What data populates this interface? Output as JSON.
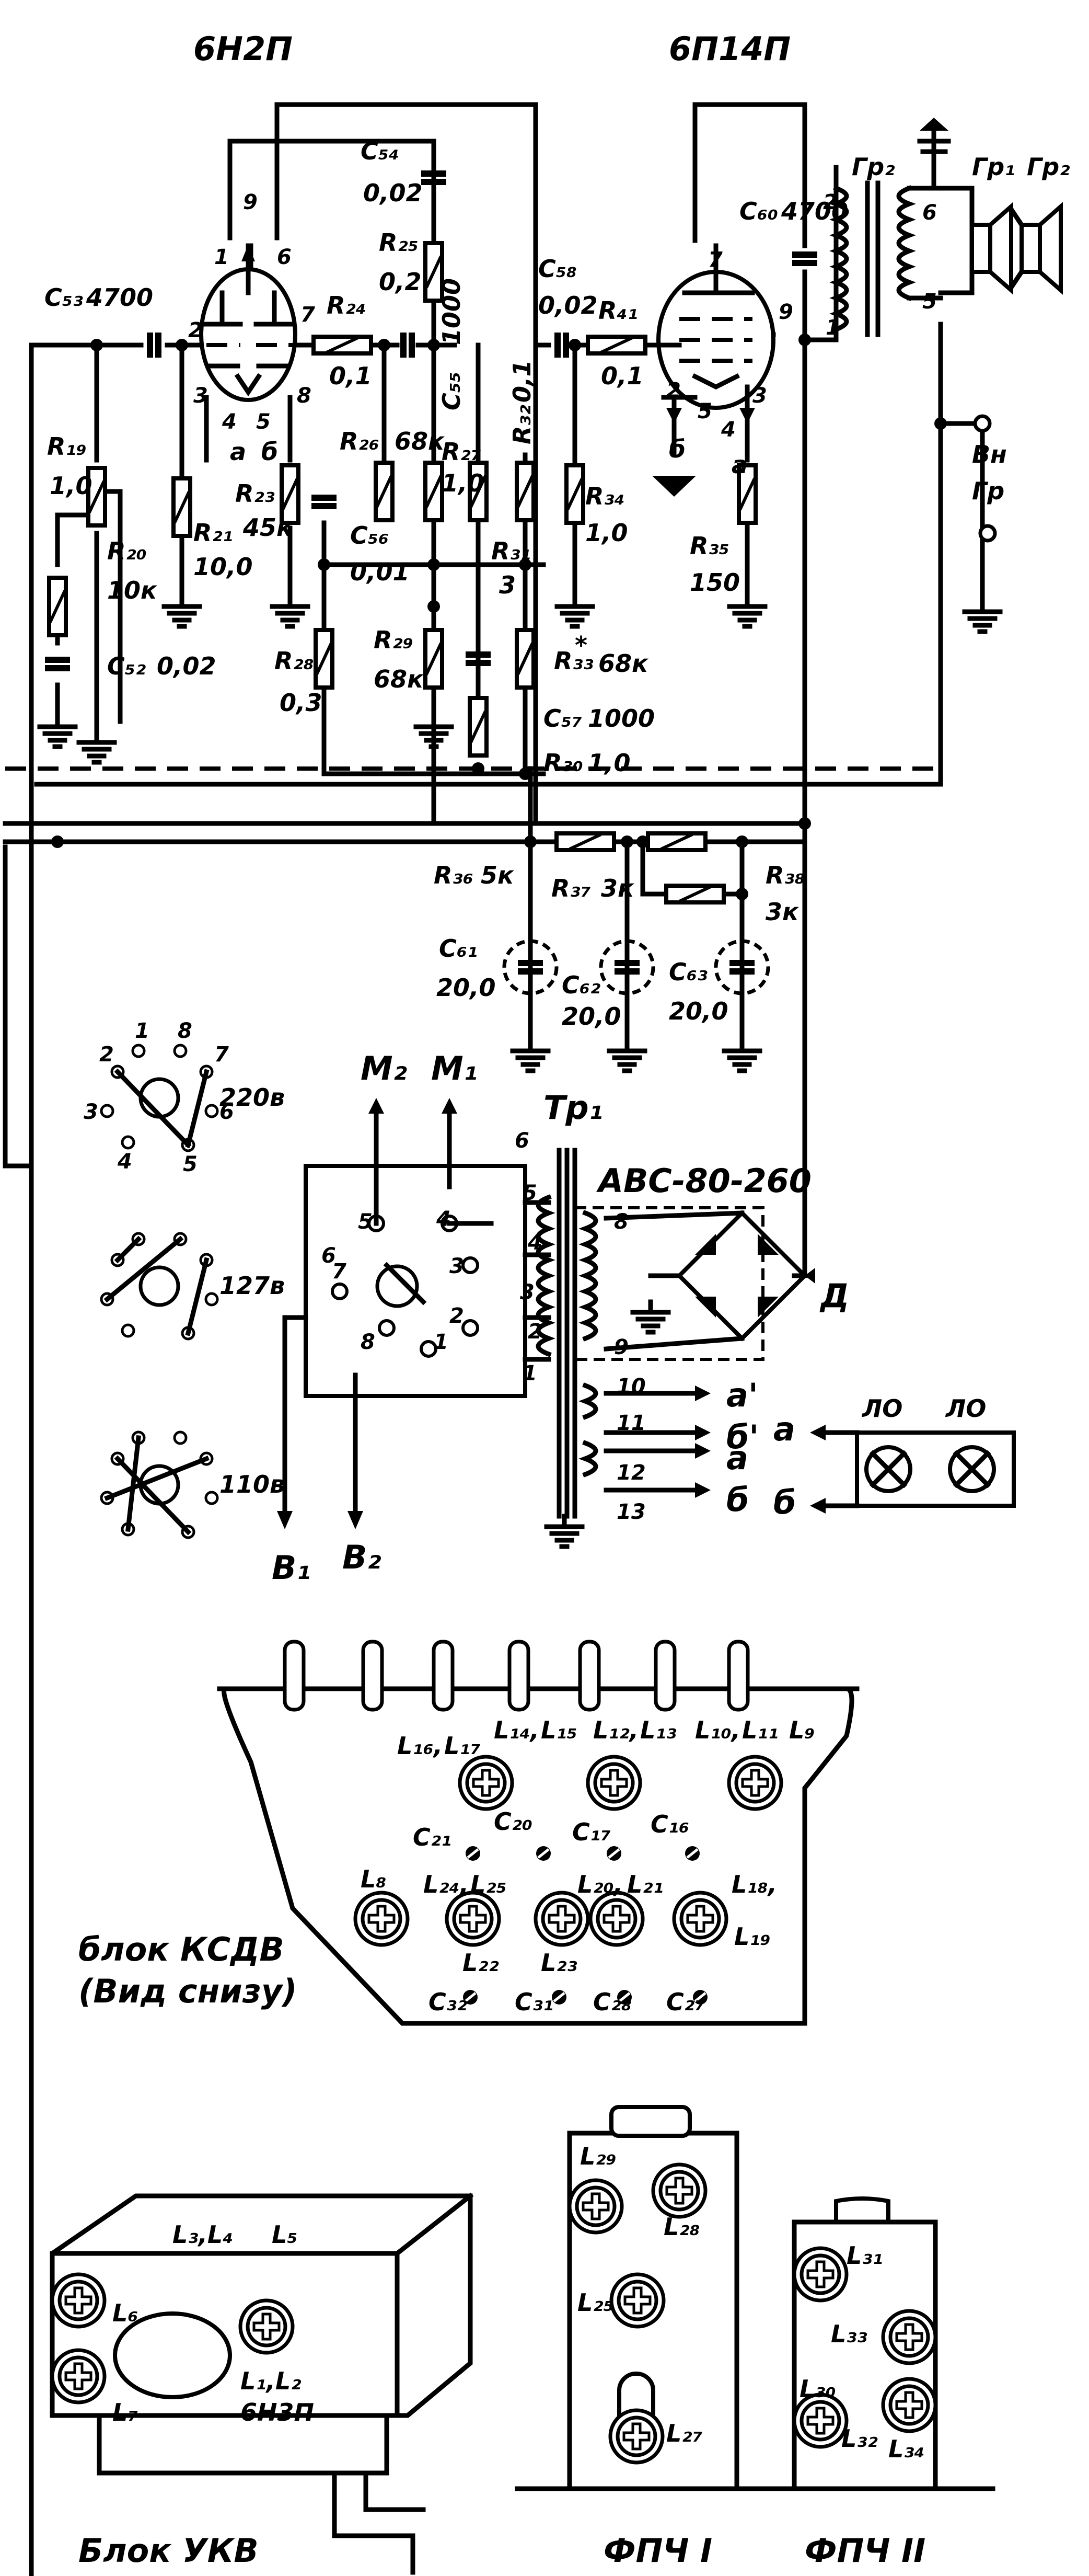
{
  "tubes": {
    "t1": "6Н2П",
    "t2": "6П14П"
  },
  "labels": {
    "c53": "C₅₃",
    "c53v": "4700",
    "r24": "R₂₄",
    "r24v": "0,1",
    "c54": "C₅₄",
    "c54v": "0,02",
    "r25": "R₂₅",
    "r25v": "0,2",
    "c58": "C₅₈",
    "c58v": "0,02",
    "r41": "R₄₁",
    "r41v": "0,1",
    "c60": "C₆₀",
    "c60v": "4700",
    "gr2": "Гр₂",
    "gr1": "Гр₁",
    "gr2b": "Гр₂",
    "r19": "R₁₉",
    "r19v": "1,0",
    "r20": "R₂₀",
    "r20v": "10к",
    "r21": "R₂₁",
    "r21v": "10,0",
    "r23": "R₂₃",
    "r23v": "45к",
    "r26": "R₂₆",
    "r26v": "68к",
    "r27": "R₂₇",
    "r27v": "1,0",
    "c55": "C₅₅",
    "c55v": "1000",
    "r32": "R₃₂",
    "r32v": "0,1",
    "r34": "R₃₄",
    "r34v": "1,0",
    "r35": "R₃₅",
    "r35v": "150",
    "c56": "C₅₆",
    "c56v": "0,01",
    "r31": "R₃₁",
    "r31v": "3",
    "c52": "C₅₂",
    "c52v": "0,02",
    "r28": "R₂₈",
    "r28v": "0,3",
    "r29": "R₂₉",
    "r29v": "68к",
    "r33": "R₃₃",
    "r33star": "*",
    "r33v": "68к",
    "c57": "C₅₇",
    "c57v": "1000",
    "r30": "R₃₀",
    "r30v": "1,0",
    "vn": "Вн",
    "gr": "Гр",
    "r36": "R₃₆",
    "r36v": "5к",
    "r37": "R₃₇",
    "r37v": "3к",
    "r38": "R₃₈",
    "r38v": "3к",
    "c61": "C₆₁",
    "c61v": "20,0",
    "c62": "C₆₂",
    "c62v": "20,0",
    "c63": "C₆₃",
    "c63v": "20,0",
    "m2": "М₂",
    "m1": "М₁",
    "tr1": "Тр₁",
    "abc": "АВС-80-260",
    "d": "Д",
    "v1": "В₁",
    "v2": "В₂",
    "lo1": "ЛО",
    "lo2": "ЛО",
    "a_out": "а",
    "b_out": "б",
    "w_a1": "а'",
    "w_b1": "б'",
    "w_a": "а",
    "w_b": "б",
    "v220": "220в",
    "v127": "127в",
    "v110": "110в",
    "a1": "а",
    "b1": "б",
    "a2": "а",
    "b2": "б"
  },
  "pins": {
    "t1": [
      "9",
      "1",
      "6",
      "2",
      "7",
      "3",
      "8",
      "4",
      "5"
    ],
    "t2": [
      "7",
      "9",
      "2",
      "5",
      "3",
      "4"
    ],
    "tr": [
      "6",
      "5",
      "4",
      "3",
      "2",
      "1",
      "8",
      "9",
      "10",
      "11",
      "12",
      "13"
    ],
    "sw": [
      "5",
      "4",
      "6",
      "7",
      "3",
      "2",
      "8",
      "1"
    ],
    "plug": [
      "1",
      "8",
      "2",
      "7",
      "3",
      "6",
      "4",
      "5"
    ],
    "gr2": [
      "2",
      "1",
      "6",
      "5"
    ]
  },
  "ksdv": {
    "title1": "блок КСДВ",
    "title2": "(Вид снизу)",
    "coils_top": [
      "L₁₆,",
      "L₁₇",
      "L₁₄,",
      "L₁₅",
      "L₁₂,",
      "L₁₃",
      "L₁₀,",
      "L₁₁",
      "L₉"
    ],
    "caps_mid": [
      "C₂₁",
      "C₂₀",
      "C₁₇",
      "C₁₆"
    ],
    "coils_bot": [
      "L₈",
      "L₂₄,",
      "L₂₅",
      "L₂₀,",
      "L₂₁",
      "L₁₈,",
      "L₁₉",
      "L₂₂",
      "L₂₃"
    ],
    "caps_bot": [
      "C₃₂",
      "C₃₁",
      "C₂₈",
      "C₂₇"
    ]
  },
  "ukv": {
    "title": "Блок УКВ",
    "labels": [
      "L₃,L₄",
      "L₅",
      "L₆",
      "L₁,L₂",
      "L₇",
      "6Н3П"
    ]
  },
  "fpch1": {
    "title": "ФПЧ I",
    "labels": [
      "L₂₉",
      "L₂₈",
      "L₂₅",
      "L₂₇"
    ]
  },
  "fpch2": {
    "title": "ФПЧ II",
    "labels": [
      "L₃₁",
      "L₃₃",
      "L₃₀",
      "L₃₂",
      "L₃₄"
    ]
  }
}
